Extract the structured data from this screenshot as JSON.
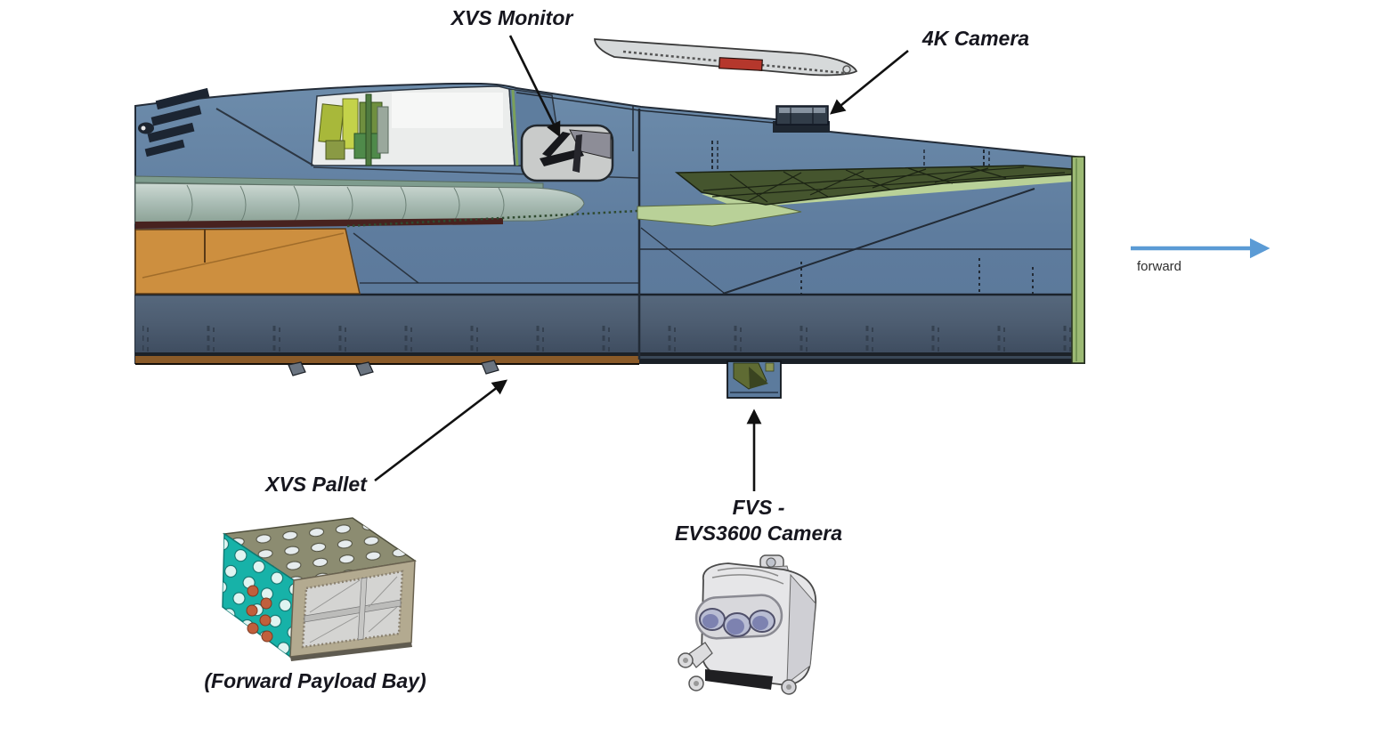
{
  "labels": {
    "xvs_monitor": "XVS Monitor",
    "camera_4k": "4K Camera",
    "xvs_pallet": "XVS Pallet",
    "fvs_line1": "FVS -",
    "fvs_line2": "EVS3600 Camera",
    "forward_payload_bay": "(Forward Payload Bay)",
    "forward": "forward"
  },
  "colors": {
    "background": "#ffffff",
    "label_text": "#16161e",
    "callout_arrow": "#111111",
    "forward_arrow": "#5b9bd5",
    "fuselage_blue": "#5e7c9e",
    "fuselage_lower_band": "#4c5c70",
    "payload_bay_orange": "#cd8f3f",
    "wing_green_dark": "#45552e",
    "wing_green_light": "#b9d198",
    "fuselage_edge_green": "#9cba74",
    "canopy_glass": "#ebedec",
    "canard_gray": "#d6d9da",
    "canard_red_marker": "#b5372c",
    "pallet_teal": "#17b2a8",
    "pallet_top_olive": "#8c8c71",
    "pallet_frame_beige": "#b3aa90",
    "pallet_hole_orange": "#c05f3c",
    "evs_body_gray": "#e6e6e8",
    "evs_lens_blue": "#7d82b0",
    "maroon_stripe": "#47221f"
  }
}
